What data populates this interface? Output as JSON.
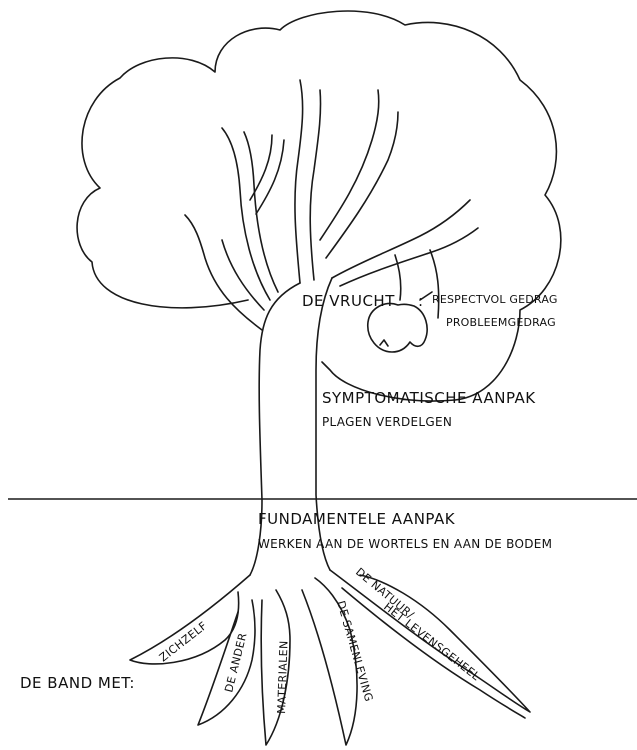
{
  "fruit": {
    "title": "DE VRUCHT",
    "colon": ":",
    "positive": "RESPECTVOL GEDRAG",
    "negative": "PROBLEEMGEDRAG"
  },
  "symptomatic": {
    "title": "SYMPTOMATISCHE AANPAK",
    "subtitle": "PLAGEN VERDELGEN"
  },
  "fundamental": {
    "title": "FUNDAMENTELE AANPAK",
    "subtitle": "WERKEN AAN DE WORTELS EN AAN DE BODEM"
  },
  "bond": {
    "label": "DE BAND MET:"
  },
  "roots": [
    {
      "label": "ZICHZELF"
    },
    {
      "label": "DE ANDER"
    },
    {
      "label": "MATERIALEN"
    },
    {
      "label": "DE SAMENLEVING"
    },
    {
      "label": "DE NATUUR/"
    },
    {
      "label": "HET LEVENSGEHEEL"
    }
  ]
}
